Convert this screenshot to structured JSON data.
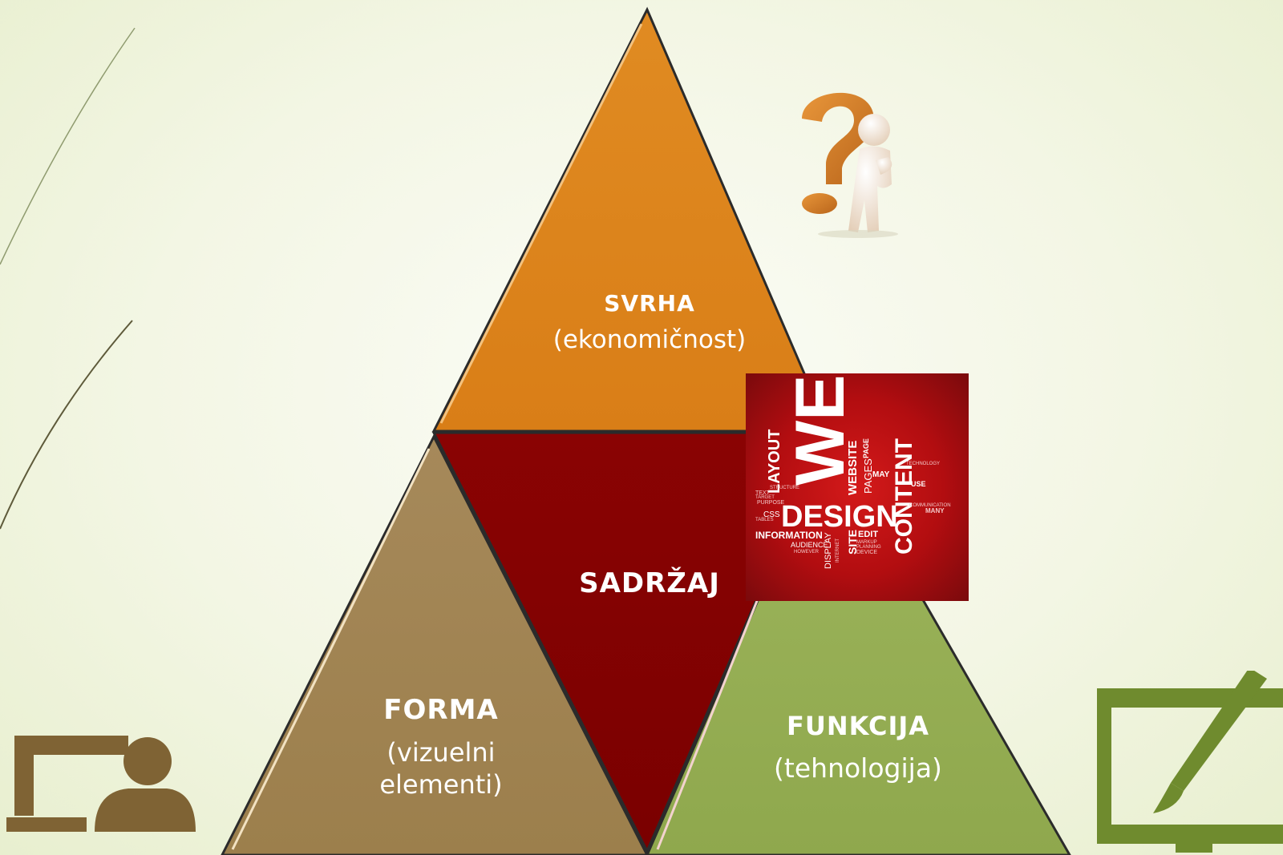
{
  "diagram": {
    "top": {
      "title": "SVRHA",
      "subtitle": "(ekonomičnost)",
      "color": "#DD821C"
    },
    "center": {
      "title": "SADRŽAJ",
      "color": "#7F0000"
    },
    "left": {
      "title": "FORMA",
      "subtitle_line1": "(vizuelni",
      "subtitle_line2": "elementi)",
      "color": "#A08451"
    },
    "right": {
      "title": "FUNKCIJA",
      "subtitle": "(tehnologija)",
      "color": "#96AD54"
    }
  },
  "word_cloud": {
    "words": [
      "WEB",
      "DESIGN",
      "CONTENT",
      "LAYOUT",
      "WEBSITE",
      "PAGES",
      "INFORMATION",
      "SITE",
      "DISPLAY",
      "AUDIENCE",
      "EDIT",
      "CSS",
      "MAY",
      "USE",
      "PAGE",
      "PURPOSE",
      "MANY",
      "HOWEVER",
      "TEXT",
      "STRUCTURE",
      "DEVICE",
      "MARKUP",
      "PLANNING",
      "INTERNET",
      "COMMUNICATION",
      "TABLES",
      "TARGET",
      "TECHNOLOGY"
    ],
    "background": "#B20D10"
  },
  "icons": {
    "question_figure": "question-mark-figure-icon",
    "user_laptop": "user-computer-icon",
    "monitor_brush": "monitor-paintbrush-icon"
  }
}
